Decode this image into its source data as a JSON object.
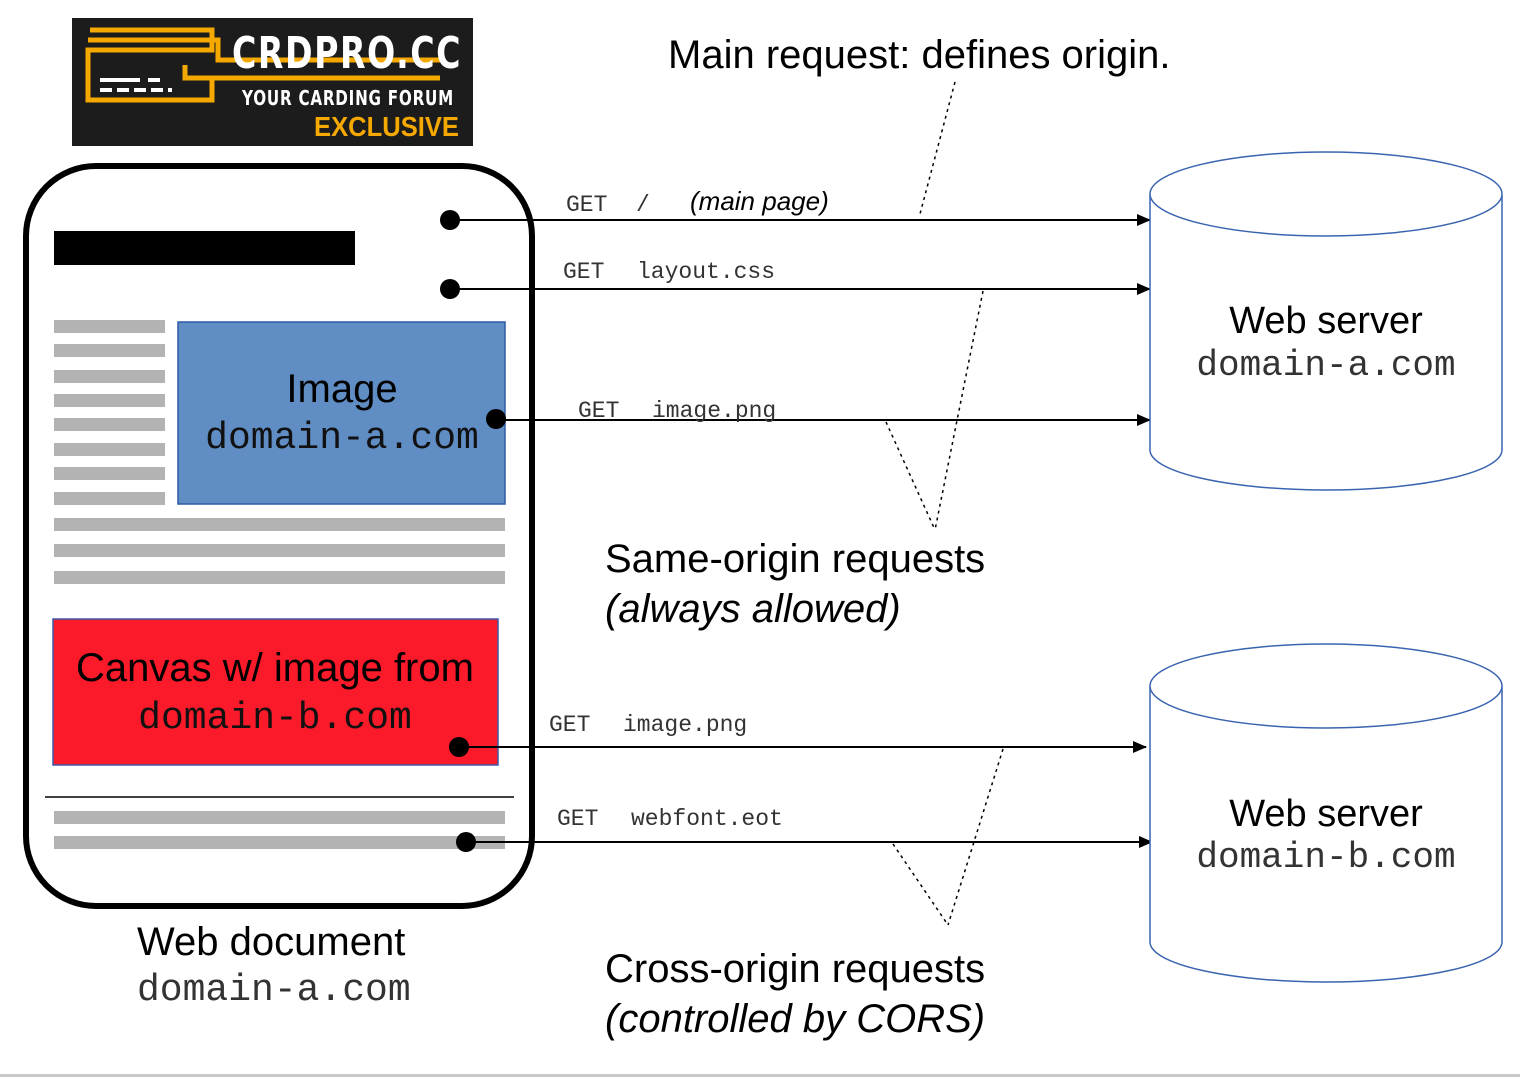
{
  "logo": {
    "title": "CRDPRO.CC",
    "subtitle": "YOUR CARDING FORUM",
    "badge": "EXCLUSIVE",
    "colors": {
      "background": "#1c1c1c",
      "accent": "#f5a800",
      "text": "#ffffff"
    }
  },
  "annotations": {
    "main_request": "Main request: defines origin.",
    "same_origin_title": "Same-origin requests",
    "same_origin_note": "(always allowed)",
    "cross_origin_title": "Cross-origin requests",
    "cross_origin_note": "(controlled by CORS)"
  },
  "web_document": {
    "label": "Web document",
    "domain": "domain-a.com",
    "image_block": {
      "label": "Image",
      "domain": "domain-a.com",
      "color": "#5f8dc4"
    },
    "canvas_block": {
      "label": "Canvas w/ image from",
      "domain": "domain-b.com",
      "color": "#fb1a2a"
    }
  },
  "requests": [
    {
      "method": "GET",
      "path": "/",
      "note": "(main page)",
      "target": "server_a"
    },
    {
      "method": "GET",
      "path": "layout.css",
      "note": "",
      "target": "server_a"
    },
    {
      "method": "GET",
      "path": "image.png",
      "note": "",
      "target": "server_a"
    },
    {
      "method": "GET",
      "path": "image.png",
      "note": "",
      "target": "server_b"
    },
    {
      "method": "GET",
      "path": "webfont.eot",
      "note": "",
      "target": "server_b"
    }
  ],
  "servers": {
    "server_a": {
      "label": "Web server",
      "domain": "domain-a.com",
      "outline": "#3a64b0"
    },
    "server_b": {
      "label": "Web server",
      "domain": "domain-b.com",
      "outline": "#3a64b0"
    }
  }
}
